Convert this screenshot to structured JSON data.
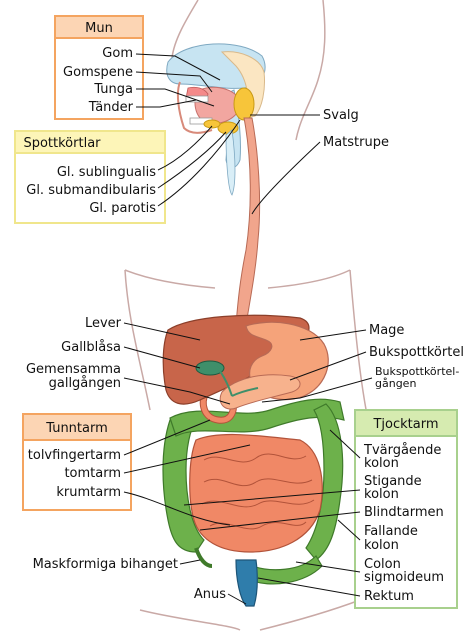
{
  "colors": {
    "mun_box_header": "#fcd5b4",
    "mun_box_border": "#f4a460",
    "spott_box_header": "#fdf5b8",
    "spott_box_border": "#f0e68c",
    "tunn_box_header": "#fcd5b4",
    "tunn_box_border": "#f4a460",
    "tjock_box_header": "#d6ebb0",
    "tjock_box_border": "#a8d08d",
    "liver": "#c8654a",
    "stomach": "#f5a37a",
    "small_intestine": "#f08866",
    "large_intestine": "#6db14b",
    "gallbladder": "#3f8f6a",
    "rectum": "#2f7dab",
    "esophagus": "#f1a58c",
    "salivary": "#f7c53a",
    "mouth_blue": "#c7e4f2"
  },
  "groups": {
    "mun": {
      "title": "Mun",
      "items": [
        "Gom",
        "Gomspene",
        "Tunga",
        "Tänder"
      ]
    },
    "spottkortlar": {
      "title": "Spottkörtlar",
      "items": [
        "Gl. sublingualis",
        "Gl. submandibularis",
        "Gl. parotis"
      ]
    },
    "tunntarm": {
      "title": "Tunntarm",
      "items": [
        "tolvfingertarm",
        "tomtarm",
        "krumtarm"
      ]
    },
    "tjocktarm": {
      "title": "Tjocktarm",
      "items": [
        [
          "Tvärgående",
          "kolon"
        ],
        [
          "Stigande",
          "kolon"
        ],
        [
          "Blindtarmen"
        ],
        [
          "Fallande",
          "kolon"
        ],
        [
          "Colon",
          "sigmoideum"
        ],
        [
          "Rektum"
        ]
      ]
    }
  },
  "labels": {
    "svalg": "Svalg",
    "matstrupe": "Matstrupe",
    "lever": "Lever",
    "gallblasa": "Gallblåsa",
    "gallgang_1": "Gemensamma",
    "gallgang_2": "gallgången",
    "mage": "Mage",
    "bukspottkortel": "Bukspottkörtel",
    "bukgang_1": "Bukspottkörtel-",
    "bukgang_2": "gången",
    "maskformiga": "Maskformiga bihanget",
    "anus": "Anus"
  }
}
